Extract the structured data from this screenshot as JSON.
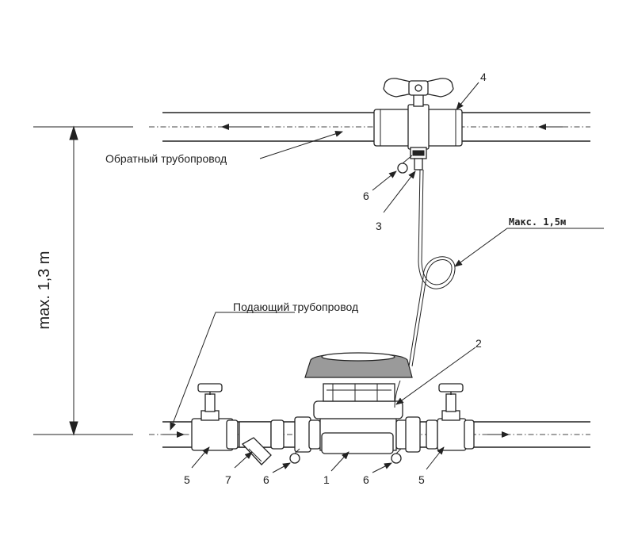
{
  "labels": {
    "return_pipe": "Обратный трубопровод",
    "supply_pipe": "Подающий трубопровод",
    "max_height": "max. 1,3 m",
    "max_length": "Макс. 1,5м"
  },
  "callouts": {
    "meter": "1",
    "sensor_cable": "2",
    "sensor": "3",
    "ball_valve": "4",
    "valve_left": "5",
    "valve_right": "5",
    "seal_top": "6",
    "seal_left": "6",
    "seal_right": "6",
    "filter": "7"
  },
  "colors": {
    "line": "#222222",
    "background": "#ffffff"
  }
}
